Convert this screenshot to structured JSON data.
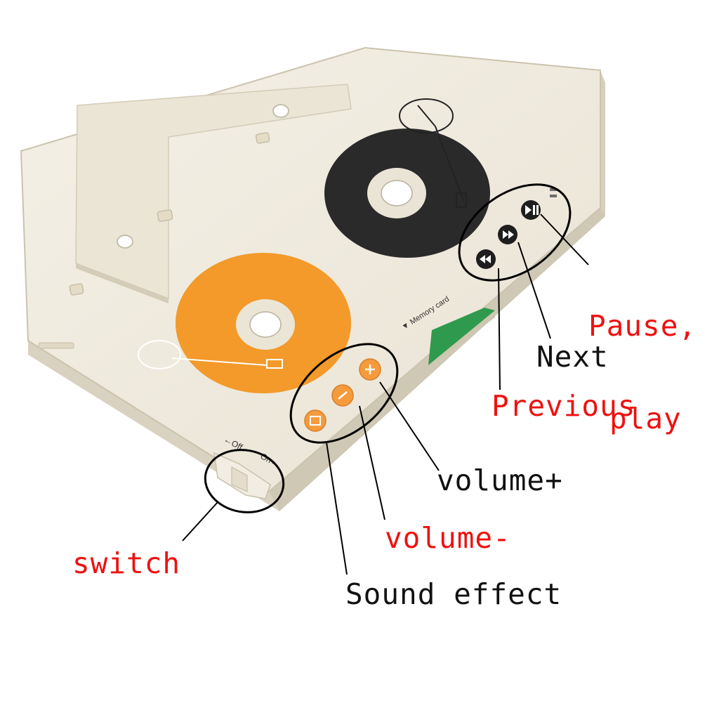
{
  "colors": {
    "shell": "#efeade",
    "shell_shadow": "#d8d1c0",
    "shell_edge": "#c9c1ae",
    "dark_reel": "#2a2a2a",
    "orange_reel": "#f39a2a",
    "button_orange": "#f59b3c",
    "button_dark": "#1e1e1e",
    "card_green": "#2f9a4e",
    "callout_red": "#ee1111",
    "callout_black": "#111111"
  },
  "device_labels": {
    "memory_card": "▼ Memory card",
    "off": "←Off",
    "on": "On→"
  },
  "callouts": {
    "pause_play_line1": "Pause,",
    "pause_play_line2": "play",
    "next": "Next",
    "previous": "Previous",
    "volume_plus": "volume+",
    "volume_minus": "volume-",
    "switch": "switch",
    "sound_effect": "Sound effect"
  },
  "icons": {
    "pause_play": "play-pause-icon",
    "next": "fast-forward-icon",
    "previous": "rewind-icon",
    "volume_plus": "plus-icon",
    "volume_minus": "minus-icon",
    "sound_effect": "eq-icon",
    "turntable": "turntable-icon"
  }
}
